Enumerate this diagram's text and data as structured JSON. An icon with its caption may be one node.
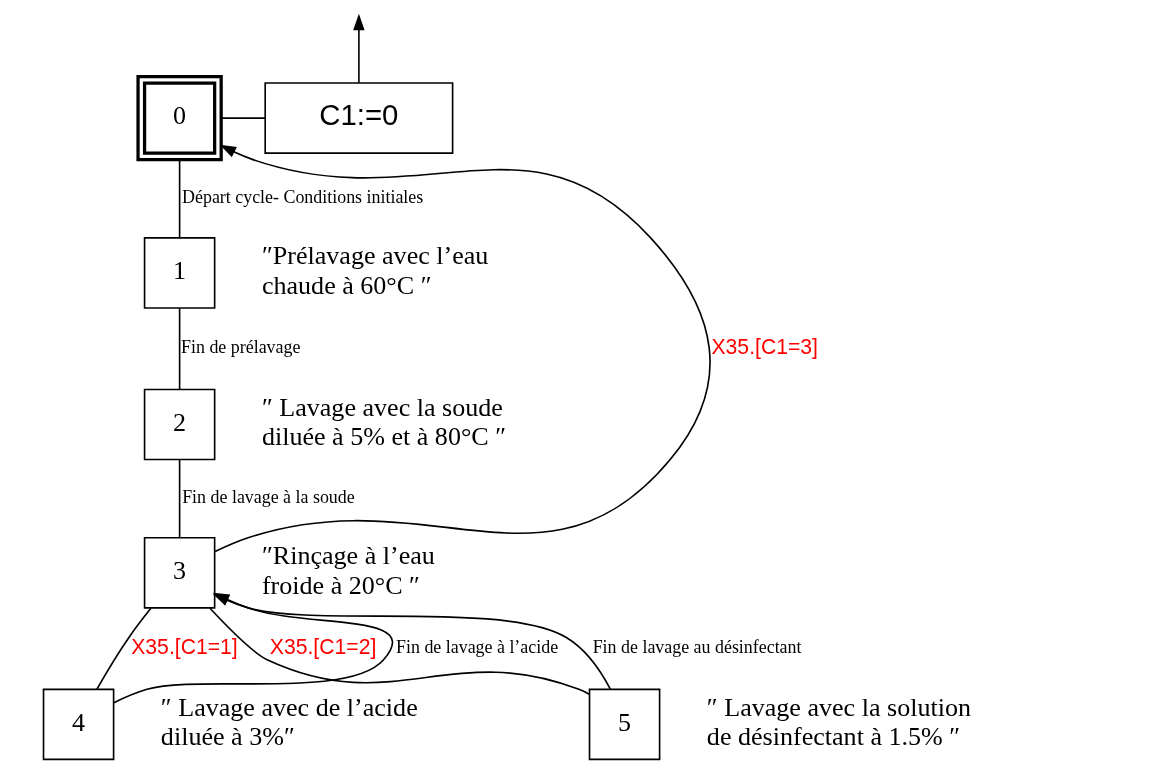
{
  "diagram": {
    "nodes": [
      {
        "text": [
          "0"
        ]
      },
      {
        "text": [
          "C1:=0"
        ]
      },
      {
        "text": [
          "1"
        ],
        "beside": [
          "″Prélavage avec l’eau chaude à 60°C ″"
        ]
      },
      {
        "text": [
          "2"
        ],
        "beside": [
          "″ Lavage avec la soude diluée à 5% et à 80°C ″"
        ]
      },
      {
        "text": [
          "3"
        ],
        "beside": [
          "″Rinçage à l’eau froide à 20°C ″"
        ]
      },
      {
        "text": [
          "4"
        ],
        "beside": [
          "″ Lavage avec de l’acide diluée à 3%″"
        ]
      },
      {
        "text": [
          "5"
        ],
        "beside": [
          "″ Lavage avec la solution de désinfectant à 1.5% ″"
        ]
      }
    ],
    "edges": [
      {
        "from": 0,
        "to": 1,
        "arrow": "none"
      },
      {
        "from": 1,
        "to": null,
        "arrow": "to"
      },
      {
        "from": 0,
        "to": 2,
        "arrow": "none",
        "label": "Départ cycle- Conditions initiales"
      },
      {
        "from": 2,
        "to": 3,
        "arrow": "none",
        "label": "Fin de prélavage"
      },
      {
        "from": 3,
        "to": 4,
        "arrow": "none",
        "label": "Fin de lavage à la soude"
      },
      {
        "from": 4,
        "to": 5,
        "arrow": "none",
        "label": "X35.[C1=1]"
      },
      {
        "from": 4,
        "to": 6,
        "arrow": "none",
        "label": "X35.[C1=2]"
      },
      {
        "from": 4,
        "to": 0,
        "arrow": "to",
        "label": "X35.[C1=3]"
      },
      {
        "from": 5,
        "to": 4,
        "arrow": "to",
        "label": "Fin de lavage à l’acide"
      },
      {
        "from": 6,
        "to": 4,
        "arrow": "to",
        "label": "Fin de lavage au désinfectant"
      }
    ]
  }
}
